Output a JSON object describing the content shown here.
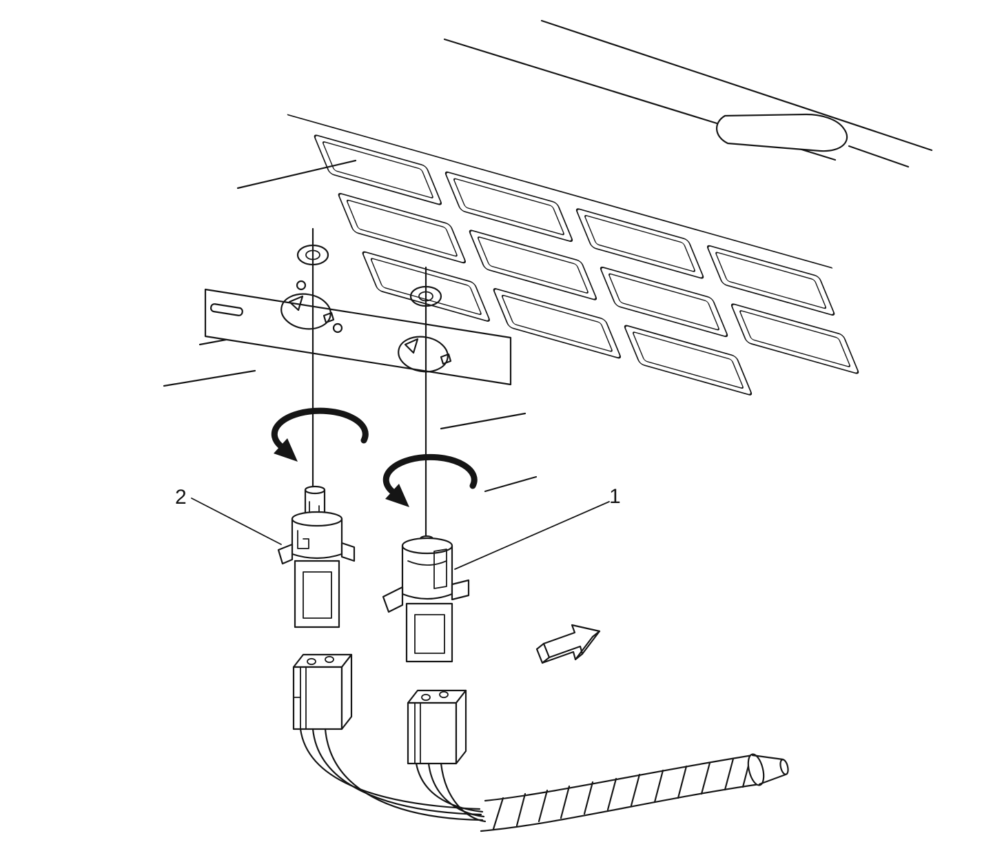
{
  "diagram": {
    "background_color": "#ffffff",
    "line_color": "#151515",
    "callouts": [
      {
        "label": "1",
        "target": "right-bulb-socket"
      },
      {
        "label": "2",
        "target": "left-bulb-socket"
      }
    ]
  }
}
